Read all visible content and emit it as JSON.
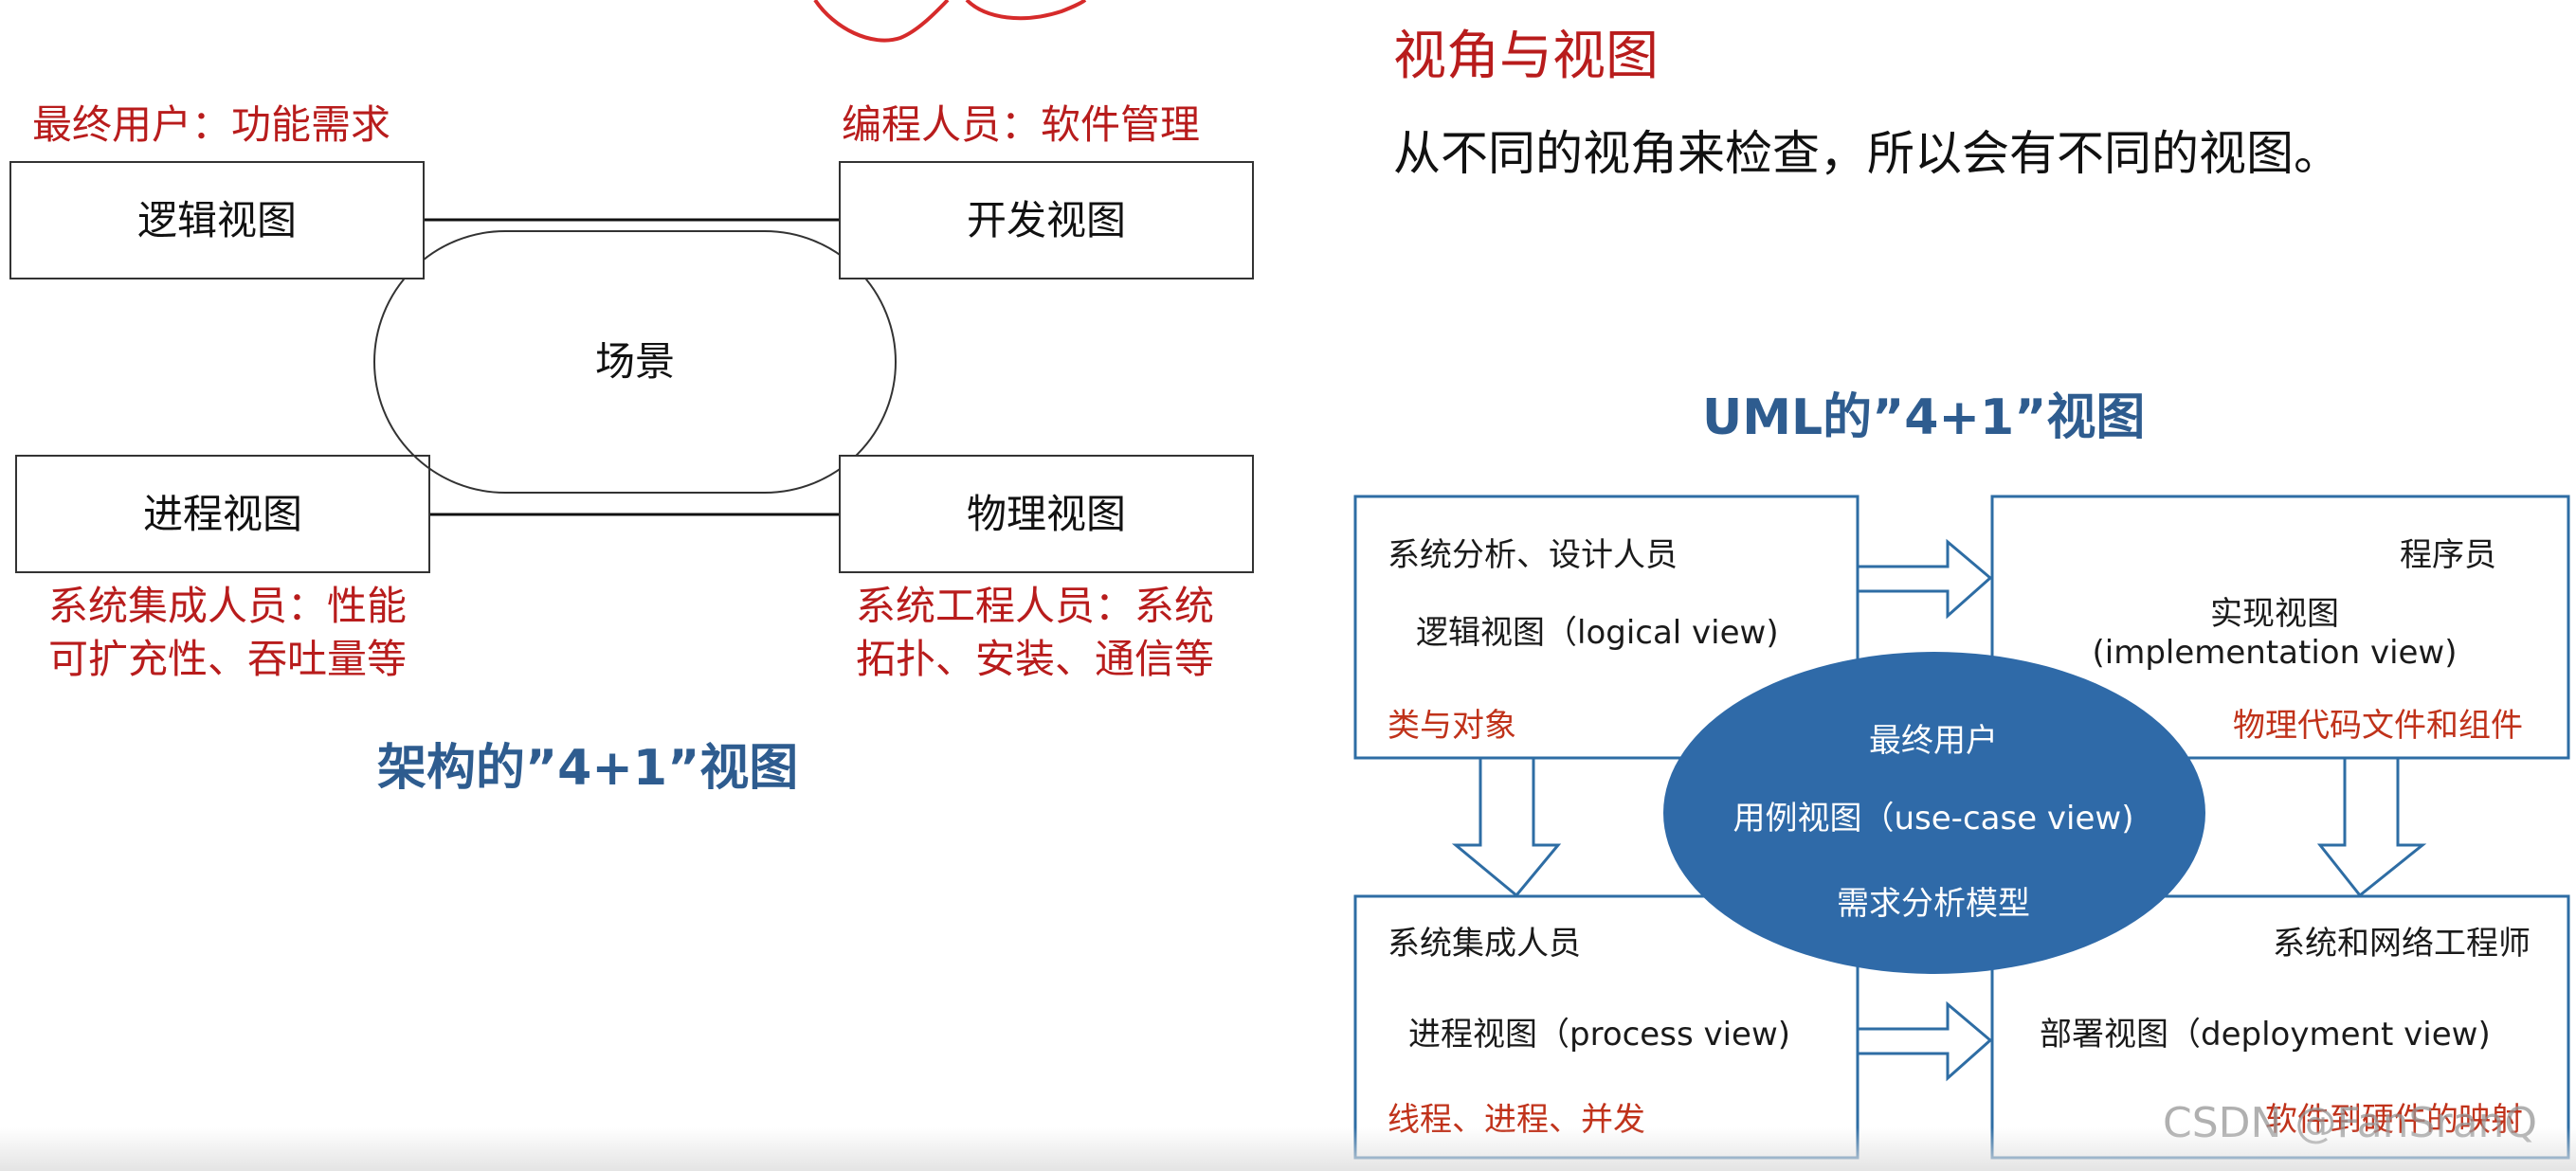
{
  "left_diagram": {
    "caption": "架构的”4+1”视图",
    "center_label": "场景",
    "boxes": {
      "logical": "逻辑视图",
      "development": "开发视图",
      "process": "进程视图",
      "physical": "物理视图"
    },
    "annotations": {
      "logical": "最终用户：功能需求",
      "development": "编程人员：软件管理",
      "process_line1": "系统集成人员：性能",
      "process_line2": "可扩充性、吞吐量等",
      "physical_line1": "系统工程人员：系统",
      "physical_line2": "拓扑、安装、通信等"
    }
  },
  "right_text": {
    "title": "视角与视图",
    "subtitle": "从不同的视角来检查，所以会有不同的视图。"
  },
  "uml_diagram": {
    "caption": "UML的”4+1”视图",
    "top_left": {
      "role": "系统分析、设计人员",
      "view": "逻辑视图（logical view)",
      "note": "类与对象"
    },
    "top_right": {
      "role": "程序员",
      "view_line1": "实现视图",
      "view_line2": "(implementation view)",
      "note": "物理代码文件和组件"
    },
    "bottom_left": {
      "role": "系统集成人员",
      "view": "进程视图（process view)",
      "note": "线程、进程、并发"
    },
    "bottom_right": {
      "role": "系统和网络工程师",
      "view": "部署视图（deployment view)",
      "note": "软件到硬件的映射"
    },
    "center": {
      "role": "最终用户",
      "view": "用例视图（use-case view)",
      "note": "需求分析模型"
    },
    "colors": {
      "box_border": "#2e6da4",
      "ellipse_fill": "#2f6aa8",
      "arrow_stroke": "#2e6da4"
    }
  },
  "watermark": "CSDN @FanSranQ"
}
